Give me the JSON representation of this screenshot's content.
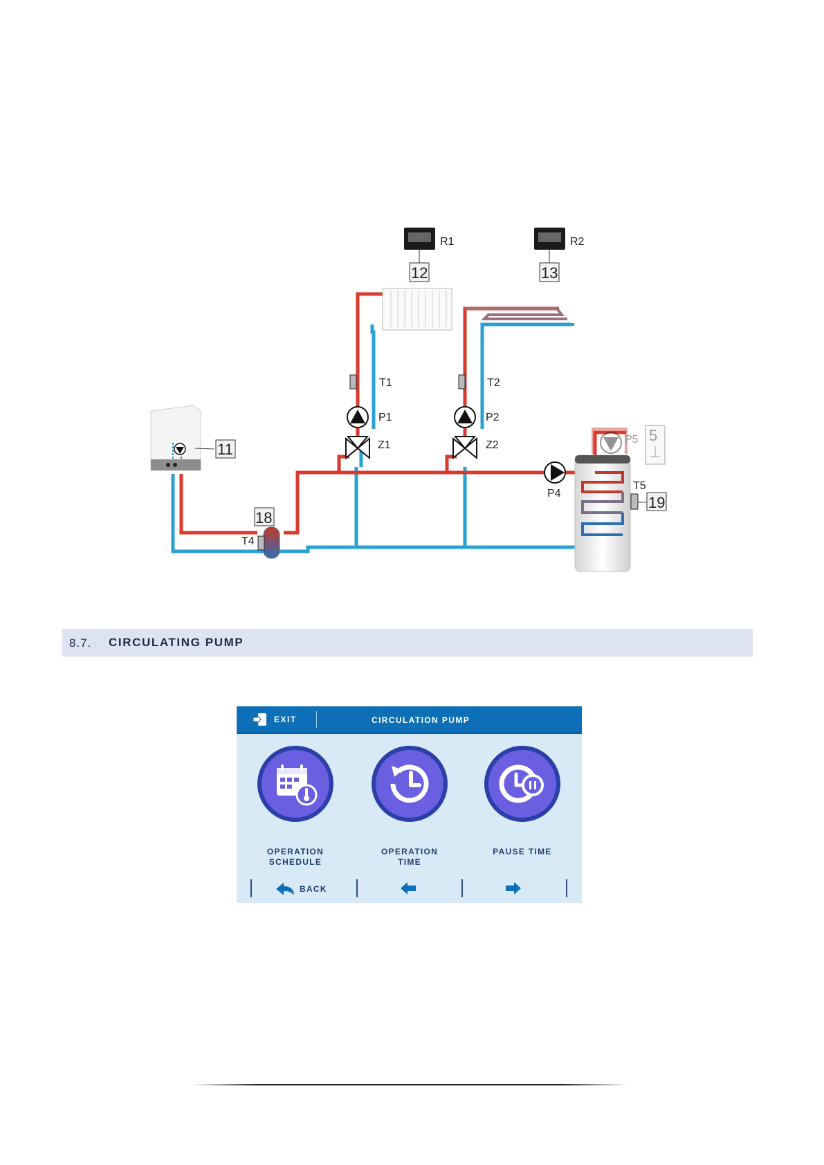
{
  "diagram": {
    "labels": {
      "R1": "R1",
      "R2": "R2",
      "n12": "12",
      "n13": "13",
      "T1": "T1",
      "T2": "T2",
      "P1": "P1",
      "P2": "P2",
      "Z1": "Z1",
      "Z2": "Z2",
      "n11": "11",
      "P4": "P4",
      "P5": "P5",
      "n5": "5",
      "T5": "T5",
      "n19": "19",
      "n18": "18",
      "T4": "T4"
    },
    "colors": {
      "supply": "#d93a2f",
      "return": "#2aa1d0"
    }
  },
  "section": {
    "number": "8.7.",
    "title": "CIRCULATING PUMP"
  },
  "screen": {
    "exit_label": "EXIT",
    "title": "CIRCULATION PUMP",
    "tiles": [
      {
        "label": "OPERATION\nSCHEDULE",
        "icon": "calendar-thermometer-icon"
      },
      {
        "label": "OPERATION\nTIME",
        "icon": "clock-history-icon"
      },
      {
        "label": "PAUSE TIME",
        "icon": "clock-pause-icon"
      }
    ],
    "footer": {
      "back_label": "BACK",
      "prev_icon": "arrow-left-icon",
      "next_icon": "arrow-right-icon"
    },
    "colors": {
      "header": "#0d6fb8",
      "background": "#d8eaf6",
      "tile_circle": "#6a5fe0"
    }
  }
}
